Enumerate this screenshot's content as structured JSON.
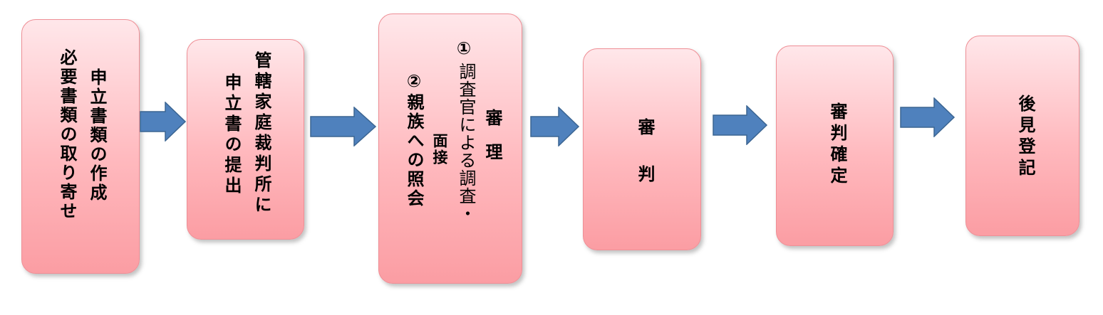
{
  "steps": [
    {
      "id": "prepare",
      "columns": [
        "申立書類の作成",
        "必要書類の取り寄せ"
      ]
    },
    {
      "id": "submit",
      "columns": [
        "管轄家庭裁判所に",
        "申立書の提出"
      ]
    },
    {
      "id": "review",
      "title": "審　理",
      "interview": "面接",
      "item1_marker": "①",
      "item1_text": "調査官による調査・",
      "item2": "②親族への照会"
    },
    {
      "id": "judgment",
      "columns": [
        "審",
        "判"
      ]
    },
    {
      "id": "finalize",
      "columns": [
        "審判確定"
      ]
    },
    {
      "id": "register",
      "columns": [
        "後見登記"
      ]
    }
  ],
  "colors": {
    "box_top": "#ffe7ea",
    "box_bottom": "#fb9da3",
    "box_border": "#ef8f96",
    "arrow_fill": "#4f81bd",
    "arrow_stroke": "#3b6592"
  }
}
